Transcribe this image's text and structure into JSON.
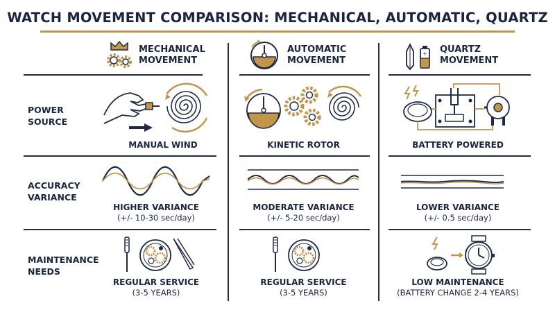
{
  "title": "WATCH MOVEMENT COMPARISON: MECHANICAL, AUTOMATIC, QUARTZ",
  "columns": [
    {
      "line1": "MECHANICAL",
      "line2": "MOVEMENT",
      "icon": "crown-gears-icon"
    },
    {
      "line1": "AUTOMATIC",
      "line2": "MOVEMENT",
      "icon": "rotor-icon"
    },
    {
      "line1": "QUARTZ",
      "line2": "MOVEMENT",
      "icon": "crystal-battery-icon"
    }
  ],
  "rows": [
    {
      "line1": "POWER",
      "line2": "SOURCE"
    },
    {
      "line1": "ACCURACY",
      "line2": "VARIANCE"
    },
    {
      "line1": "MAINTENANCE",
      "line2": "NEEDS"
    }
  ],
  "power": [
    "MANUAL WIND",
    "KINETIC ROTOR",
    "BATTERY POWERED"
  ],
  "accuracy": [
    {
      "label": "HIGHER VARIANCE",
      "detail": "(+/- 10-30 sec/day)"
    },
    {
      "label": "MODERATE VARIANCE",
      "detail": "(+/- 5-20 sec/day)"
    },
    {
      "label": "LOWER VARIANCE",
      "detail": "(+/- 0.5 sec/day)"
    }
  ],
  "maintenance": [
    {
      "label": "REGULAR SERVICE",
      "detail": "(3-5 YEARS)"
    },
    {
      "label": "REGULAR SERVICE",
      "detail": "(3-5 YEARS)"
    },
    {
      "label": "LOW MAINTENANCE",
      "detail": "(BATTERY CHANGE 2-4 YEARS)"
    }
  ],
  "colors": {
    "navy": "#1f2a44",
    "gold": "#c2964a"
  }
}
